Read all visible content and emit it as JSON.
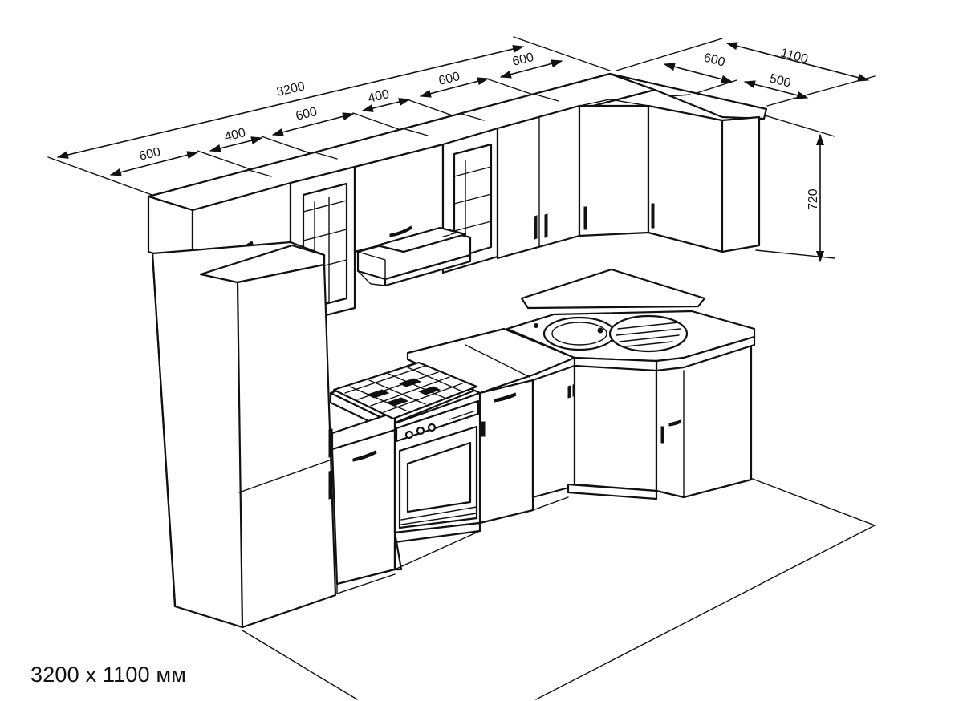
{
  "caption": "3200 x 1100 мм",
  "dimensions": {
    "total_length": "3200",
    "upper_600_a": "600",
    "upper_400_a": "400",
    "upper_600_b": "600",
    "upper_400_b": "400",
    "upper_600_c": "600",
    "upper_600_d": "600",
    "side_total": "1100",
    "side_600": "600",
    "side_500": "500",
    "height": "720"
  }
}
